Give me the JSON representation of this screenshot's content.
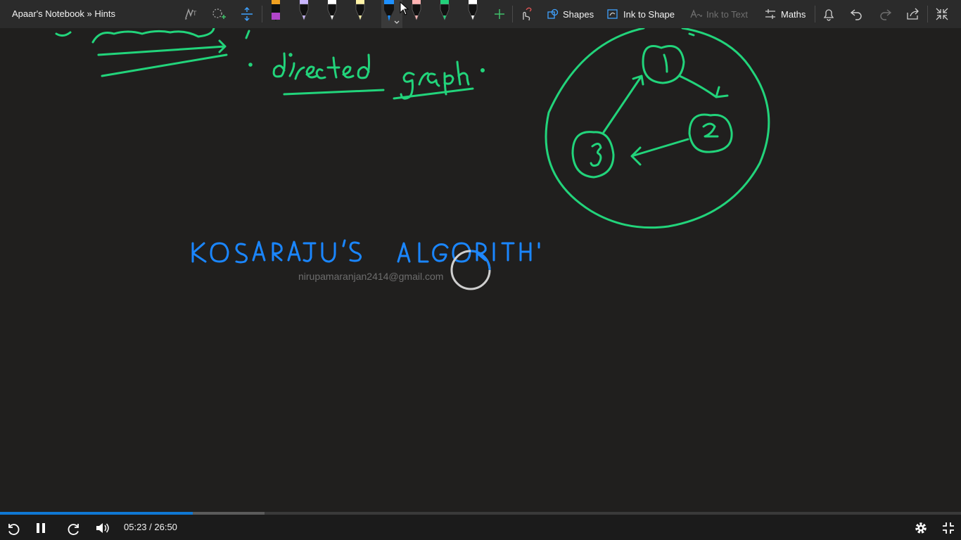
{
  "toolbar": {
    "title": "Apaar's Notebook » Hints",
    "shapes_label": "Shapes",
    "ink_to_shape_label": "Ink to Shape",
    "ink_to_text_label": "Ink to Text",
    "maths_label": "Maths",
    "icons": [
      "lasso-select-icon",
      "add-space-icon",
      "insert-space-icon",
      "touch-draw-icon",
      "notifications-icon",
      "undo-icon",
      "redo-icon",
      "share-icon",
      "collapse-icon"
    ],
    "pens": [
      {
        "name": "pen-orange-purple",
        "color": "#b145c9"
      },
      {
        "name": "pen-lavender",
        "color": "#c9b6ff"
      },
      {
        "name": "pen-white",
        "color": "#ffffff"
      },
      {
        "name": "pen-yellow",
        "color": "#fff3a6"
      },
      {
        "name": "pen-blue-selected",
        "color": "#1e90ff"
      },
      {
        "name": "pen-pink",
        "color": "#ffb3b3"
      },
      {
        "name": "pen-green",
        "color": "#21d07a"
      },
      {
        "name": "pen-white-2",
        "color": "#ffffff"
      }
    ]
  },
  "canvas": {
    "handwriting_1": "directed graph.",
    "handwriting_2": "KOSARAJU'S ALGORITH",
    "watermark": "nirupamaranjan2414@gmail.com",
    "graph_nodes": [
      "1",
      "2",
      "3"
    ],
    "ink_colors": {
      "green": "#22d47b",
      "blue": "#1a86ff"
    }
  },
  "player": {
    "time": "05:23 / 26:50",
    "progress_fraction": 0.2006,
    "buffered_fraction": 0.275,
    "accent": "#0f78d4"
  }
}
